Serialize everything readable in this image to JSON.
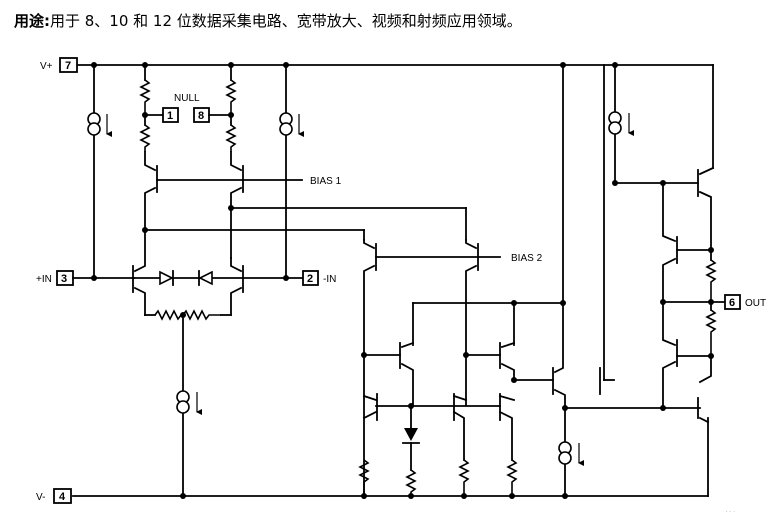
{
  "caption": {
    "prefix": "用途:",
    "text": "用于 8、10 和 12 位数据采集电路、宽带放大、视频和射频应用领域。"
  },
  "pins": {
    "vplus": {
      "number": "7",
      "label": "V+"
    },
    "vminus": {
      "number": "4",
      "label": "V-"
    },
    "in_plus": {
      "number": "3",
      "label": "+IN"
    },
    "in_minus": {
      "number": "2",
      "label": "-IN"
    },
    "null1": {
      "number": "1"
    },
    "null8": {
      "number": "8"
    },
    "out": {
      "number": "6",
      "label": "OUT"
    }
  },
  "labels": {
    "null": "NULL",
    "bias1": "BIAS 1",
    "bias2": "BIAS 2"
  },
  "components": {
    "current_sources": 5,
    "transistors_shown": "bipolar NPN/PNP",
    "diodes": 3
  },
  "watermark": "· · ·"
}
